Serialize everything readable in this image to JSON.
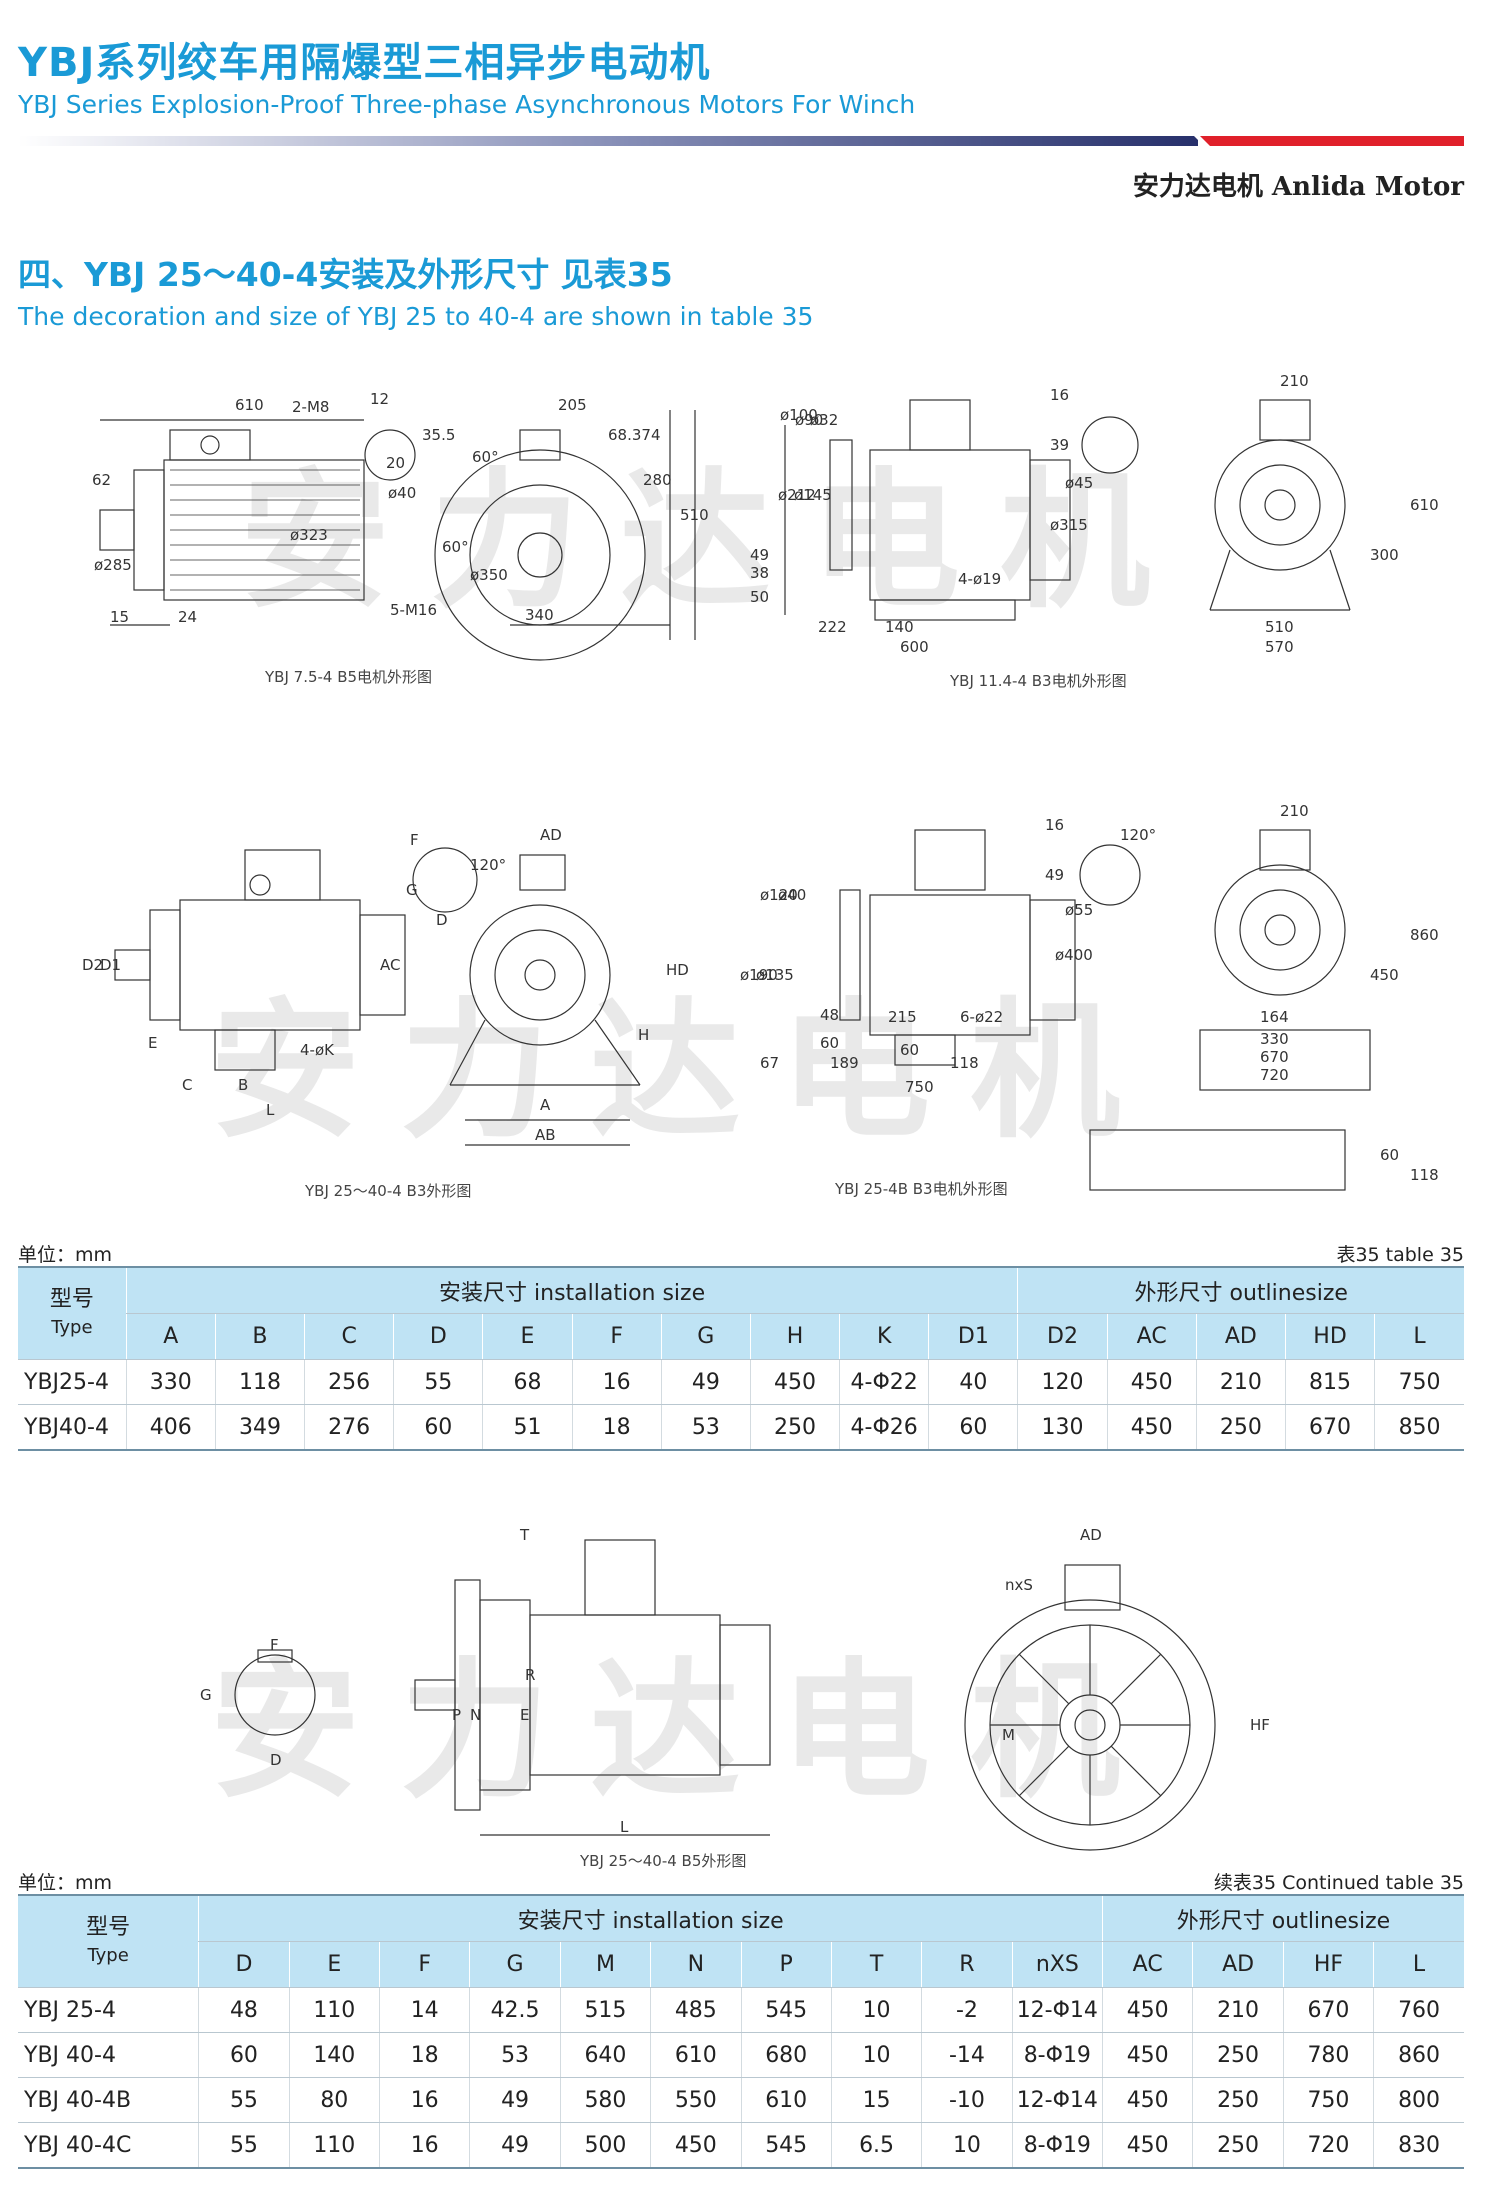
{
  "header": {
    "title_cn": "YBJ系列绞车用隔爆型三相异步电动机",
    "title_en": "YBJ Series Explosion-Proof Three-phase Asynchronous Motors For Winch",
    "brand": "安力达电机 Anlida Motor",
    "colors": {
      "blue": "#1a9ad6",
      "navy": "#27306b",
      "red": "#e0202a"
    }
  },
  "section": {
    "title_cn": "四、YBJ 25～40-4安装及外形尺寸 见表35",
    "title_en": "The decoration and size of YBJ 25 to 40-4 are shown in table 35"
  },
  "watermark": "安力达电机",
  "drawings": {
    "d1": {
      "caption": "YBJ 7.5-4 B5电机外形图",
      "labels": [
        "610",
        "2-M8",
        "12",
        "62",
        "35.5",
        "20",
        "ø40",
        "ø323",
        "ø285",
        "15",
        "24",
        "205",
        "60°",
        "60°",
        "68.374",
        "280",
        "510",
        "ø350",
        "5-M16",
        "340"
      ]
    },
    "d2": {
      "caption": "YBJ 11.4-4 B3电机外形图",
      "labels": [
        "ø100",
        "ø90",
        "ø32",
        "ø212",
        "ø145",
        "ø315",
        "49",
        "38",
        "50",
        "4-ø19",
        "222",
        "140",
        "600",
        "16",
        "39",
        "ø45",
        "210",
        "610",
        "300",
        "510",
        "570"
      ]
    },
    "d3": {
      "caption": "YBJ 25～40-4 B3外形图",
      "labels": [
        "F",
        "G",
        "D",
        "120°",
        "AD",
        "D2",
        "D1",
        "AC",
        "HD",
        "H",
        "E",
        "4-øK",
        "C",
        "B",
        "L",
        "A",
        "AB"
      ]
    },
    "d4": {
      "caption": "YBJ 25-4B B3电机外形图",
      "labels": [
        "ø120",
        "ø40",
        "ø190",
        "ø135",
        "ø400",
        "48",
        "60",
        "215",
        "6-ø22",
        "60",
        "67",
        "189",
        "118",
        "750",
        "16",
        "49",
        "ø55",
        "120°",
        "210",
        "860",
        "450",
        "164",
        "330",
        "670",
        "720",
        "60",
        "118"
      ]
    },
    "d5": {
      "caption": "YBJ 25～40-4 B5外形图",
      "labels": [
        "T",
        "F",
        "G",
        "D",
        "R",
        "P",
        "N",
        "E",
        "L",
        "AD",
        "nxS",
        "M",
        "HF"
      ]
    }
  },
  "table1": {
    "unit": "单位：mm",
    "caption": "表35   table 35",
    "type_cn": "型号",
    "type_en": "Type",
    "group_install": "安装尺寸   installation size",
    "group_outline": "外形尺寸   outlinesize",
    "install_cols": [
      "A",
      "B",
      "C",
      "D",
      "E",
      "F",
      "G",
      "H",
      "K",
      "D1"
    ],
    "outline_cols": [
      "D2",
      "AC",
      "AD",
      "HD",
      "L"
    ],
    "rows": [
      [
        "YBJ25-4",
        "330",
        "118",
        "256",
        "55",
        "68",
        "16",
        "49",
        "450",
        "4-Φ22",
        "40",
        "120",
        "450",
        "210",
        "815",
        "750"
      ],
      [
        "YBJ40-4",
        "406",
        "349",
        "276",
        "60",
        "51",
        "18",
        "53",
        "250",
        "4-Φ26",
        "60",
        "130",
        "450",
        "250",
        "670",
        "850"
      ]
    ]
  },
  "table2": {
    "unit": "单位：mm",
    "caption": "续表35   Continued table 35",
    "type_cn": "型号",
    "type_en": "Type",
    "group_install": "安装尺寸   installation size",
    "group_outline": "外形尺寸   outlinesize",
    "install_cols": [
      "D",
      "E",
      "F",
      "G",
      "M",
      "N",
      "P",
      "T",
      "R",
      "nXS"
    ],
    "outline_cols": [
      "AC",
      "AD",
      "HF",
      "L"
    ],
    "rows": [
      [
        "YBJ 25-4",
        "48",
        "110",
        "14",
        "42.5",
        "515",
        "485",
        "545",
        "10",
        "-2",
        "12-Φ14",
        "450",
        "210",
        "670",
        "760"
      ],
      [
        "YBJ 40-4",
        "60",
        "140",
        "18",
        "53",
        "640",
        "610",
        "680",
        "10",
        "-14",
        "8-Φ19",
        "450",
        "250",
        "780",
        "860"
      ],
      [
        "YBJ 40-4B",
        "55",
        "80",
        "16",
        "49",
        "580",
        "550",
        "610",
        "15",
        "-10",
        "12-Φ14",
        "450",
        "250",
        "750",
        "800"
      ],
      [
        "YBJ 40-4C",
        "55",
        "110",
        "16",
        "49",
        "500",
        "450",
        "545",
        "6.5",
        "10",
        "8-Φ19",
        "450",
        "250",
        "720",
        "830"
      ]
    ]
  }
}
